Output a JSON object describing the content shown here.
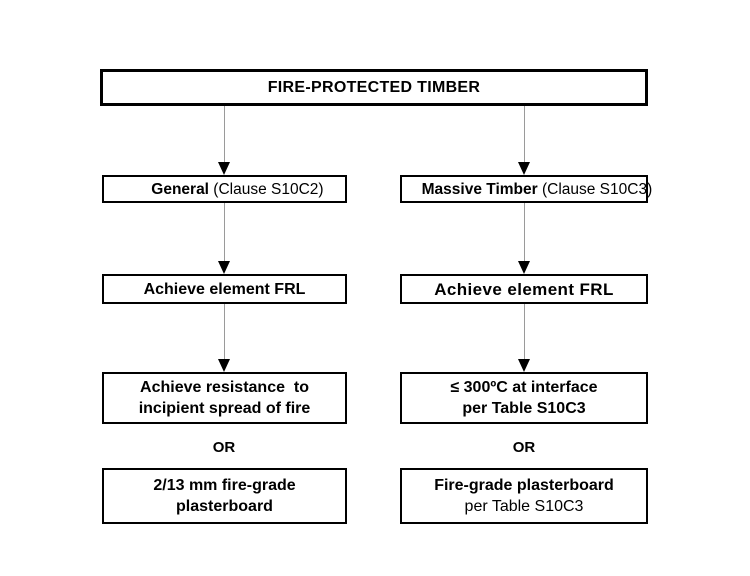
{
  "diagram": {
    "root": {
      "title": "FIRE-PROTECTED TIMBER"
    },
    "or_label": "OR",
    "columns": [
      {
        "id": "general",
        "header_bold": "General",
        "header_regular": " (Clause S10C2)",
        "frl_label": "Achieve element FRL",
        "requirement_line1": "Achieve resistance  to",
        "requirement_line2": "incipient spread of fire",
        "alternative_line1": "2/13 mm fire-grade",
        "alternative_line2": "plasterboard"
      },
      {
        "id": "massive-timber",
        "header_bold": "Massive Timber",
        "header_regular": " (Clause S10C3)",
        "frl_label": "Achieve element FRL",
        "requirement_line1": "≤ 300ºC at interface",
        "requirement_line2": "per Table S10C3",
        "alternative_line1": "Fire-grade plasterboard",
        "alternative_line2": "per Table S10C3"
      }
    ],
    "colors": {
      "box_border": "#000000",
      "box_fill": "#ffffff",
      "text": "#000000",
      "arrow_shaft": "#9a9a9a",
      "arrow_head": "#000000",
      "background": "#ffffff"
    }
  }
}
